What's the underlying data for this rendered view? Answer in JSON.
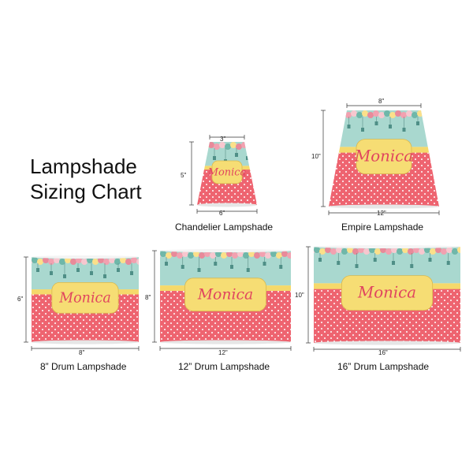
{
  "title": {
    "line1": "Lampshade",
    "line2": "Sizing Chart"
  },
  "name_text": "Monica",
  "colors": {
    "mint": "#a9d8cf",
    "yellow": "#f5d96b",
    "coral": "#ee6470",
    "dot": "#ffffff",
    "script": "#e0455f",
    "label_frame": "#f6dd74",
    "flower_pink": "#f2a1b0",
    "flower_teal": "#6fb7a9"
  },
  "shades": [
    {
      "id": "chandelier",
      "caption": "Chandelier Lampshade",
      "top_dim": "3\"",
      "bottom_dim": "6\"",
      "height_dim": "5\""
    },
    {
      "id": "empire",
      "caption": "Empire Lampshade",
      "top_dim": "8\"",
      "bottom_dim": "12\"",
      "height_dim": "10\""
    },
    {
      "id": "drum8",
      "caption": "8” Drum Lampshade",
      "bottom_dim": "8\"",
      "height_dim": "6\""
    },
    {
      "id": "drum12",
      "caption": "12” Drum Lampshade",
      "bottom_dim": "12\"",
      "height_dim": "8\""
    },
    {
      "id": "drum16",
      "caption": "16” Drum Lampshade",
      "bottom_dim": "16\"",
      "height_dim": "10\""
    }
  ]
}
